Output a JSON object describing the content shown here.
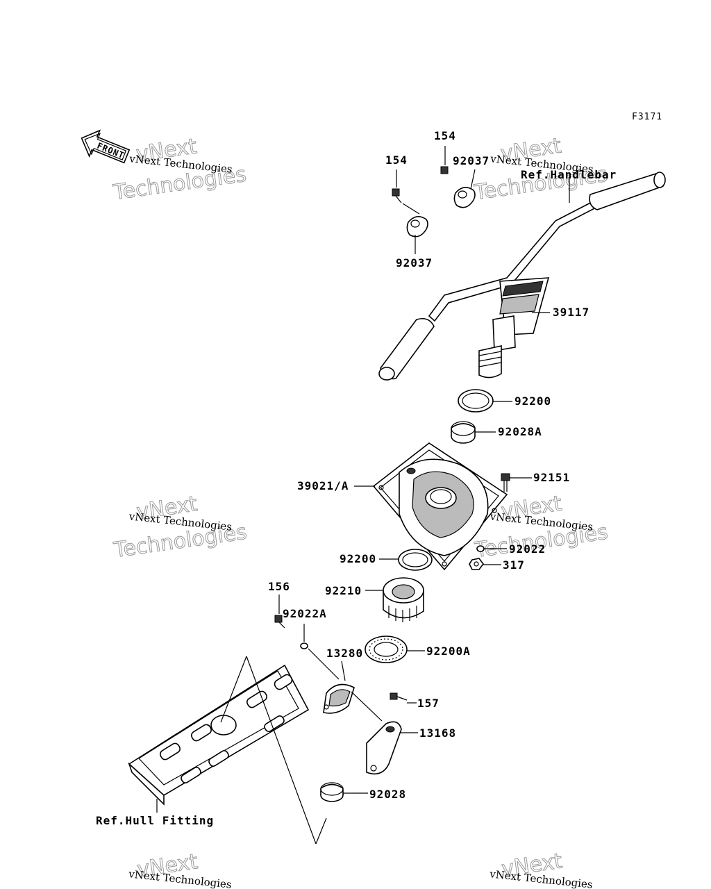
{
  "drawing_code": "F3171",
  "front_label": "FRONT",
  "watermark": {
    "line1": "vNext Technologies",
    "big1": "vNext",
    "big2": "Technologies"
  },
  "labels": {
    "p154_a": "154",
    "p154_b": "154",
    "p92037_a": "92037",
    "p92037_b": "92037",
    "ref_handlebar": "Ref.Handlebar",
    "p39117": "39117",
    "p92200_top": "92200",
    "p92028A": "92028A",
    "p39021A": "39021/A",
    "p92151": "92151",
    "p92022": "92022",
    "p92200_mid": "92200",
    "p317": "317",
    "p92210": "92210",
    "p156": "156",
    "p92022A": "92022A",
    "p13280": "13280",
    "p92200A": "92200A",
    "p157": "157",
    "p13168": "13168",
    "p92028": "92028",
    "ref_hull": "Ref.Hull Fitting"
  }
}
